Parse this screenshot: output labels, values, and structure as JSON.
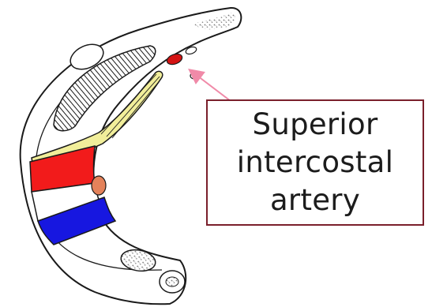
{
  "callout": {
    "lines": [
      "Superior",
      "intercostal",
      "artery"
    ]
  },
  "colors": {
    "callout_border": "#7a1f2b",
    "pointer_arrow": "#f08aa8",
    "artery_red": "#f21b1b",
    "vein_blue": "#1717e0",
    "nerve_yellow": "#f1ee9a",
    "lymph_node_orange": "#e4825a",
    "outline": "#1a1a1a"
  }
}
